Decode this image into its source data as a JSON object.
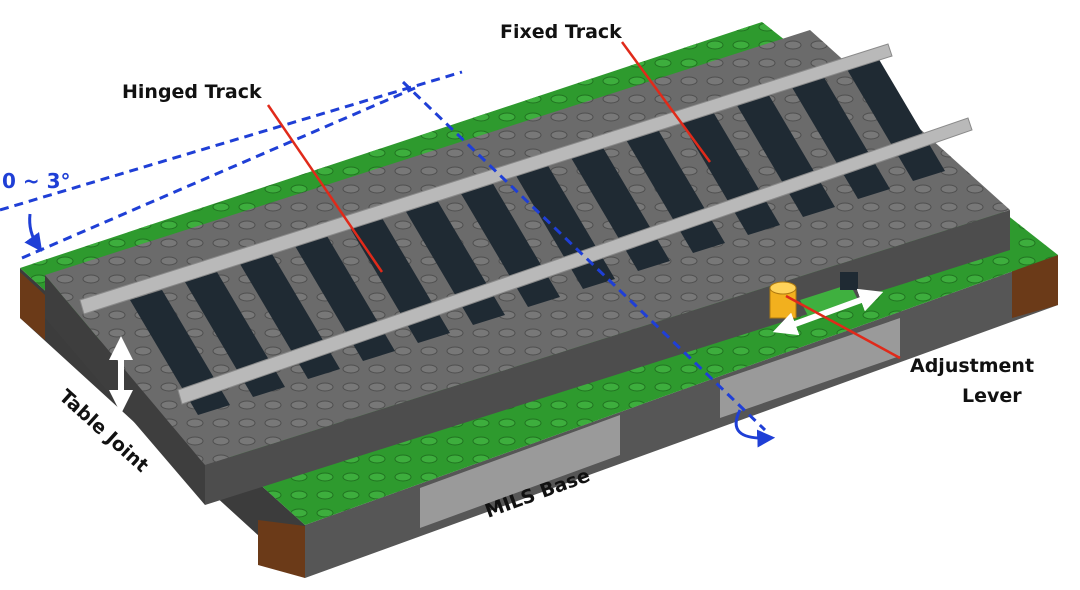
{
  "labels": {
    "fixed_track": "Fixed Track",
    "hinged_track": "Hinged Track",
    "angle": "0 ~ 3°",
    "adjustment_lever_line1": "Adjustment",
    "adjustment_lever_line2": "Lever",
    "table_joint": "Table Joint",
    "mils_base": "MILS Base"
  },
  "colors": {
    "baseplate_green": "#2e9a2e",
    "track_gray": "#6b6b6b",
    "rail_light": "#b9b9b9",
    "sleeper_dark": "#1f2a33",
    "brown_corner": "#6b3a18",
    "lever_yellow": "#f2b01e",
    "annotation_blue": "#1f3fd6",
    "pointer_red": "#e02a1a"
  },
  "icons": {
    "vertical_arrow": "double-arrow-vertical-icon",
    "horizontal_arrow": "double-arrow-horizontal-icon",
    "rotate_arrow": "rotation-arrow-icon"
  }
}
